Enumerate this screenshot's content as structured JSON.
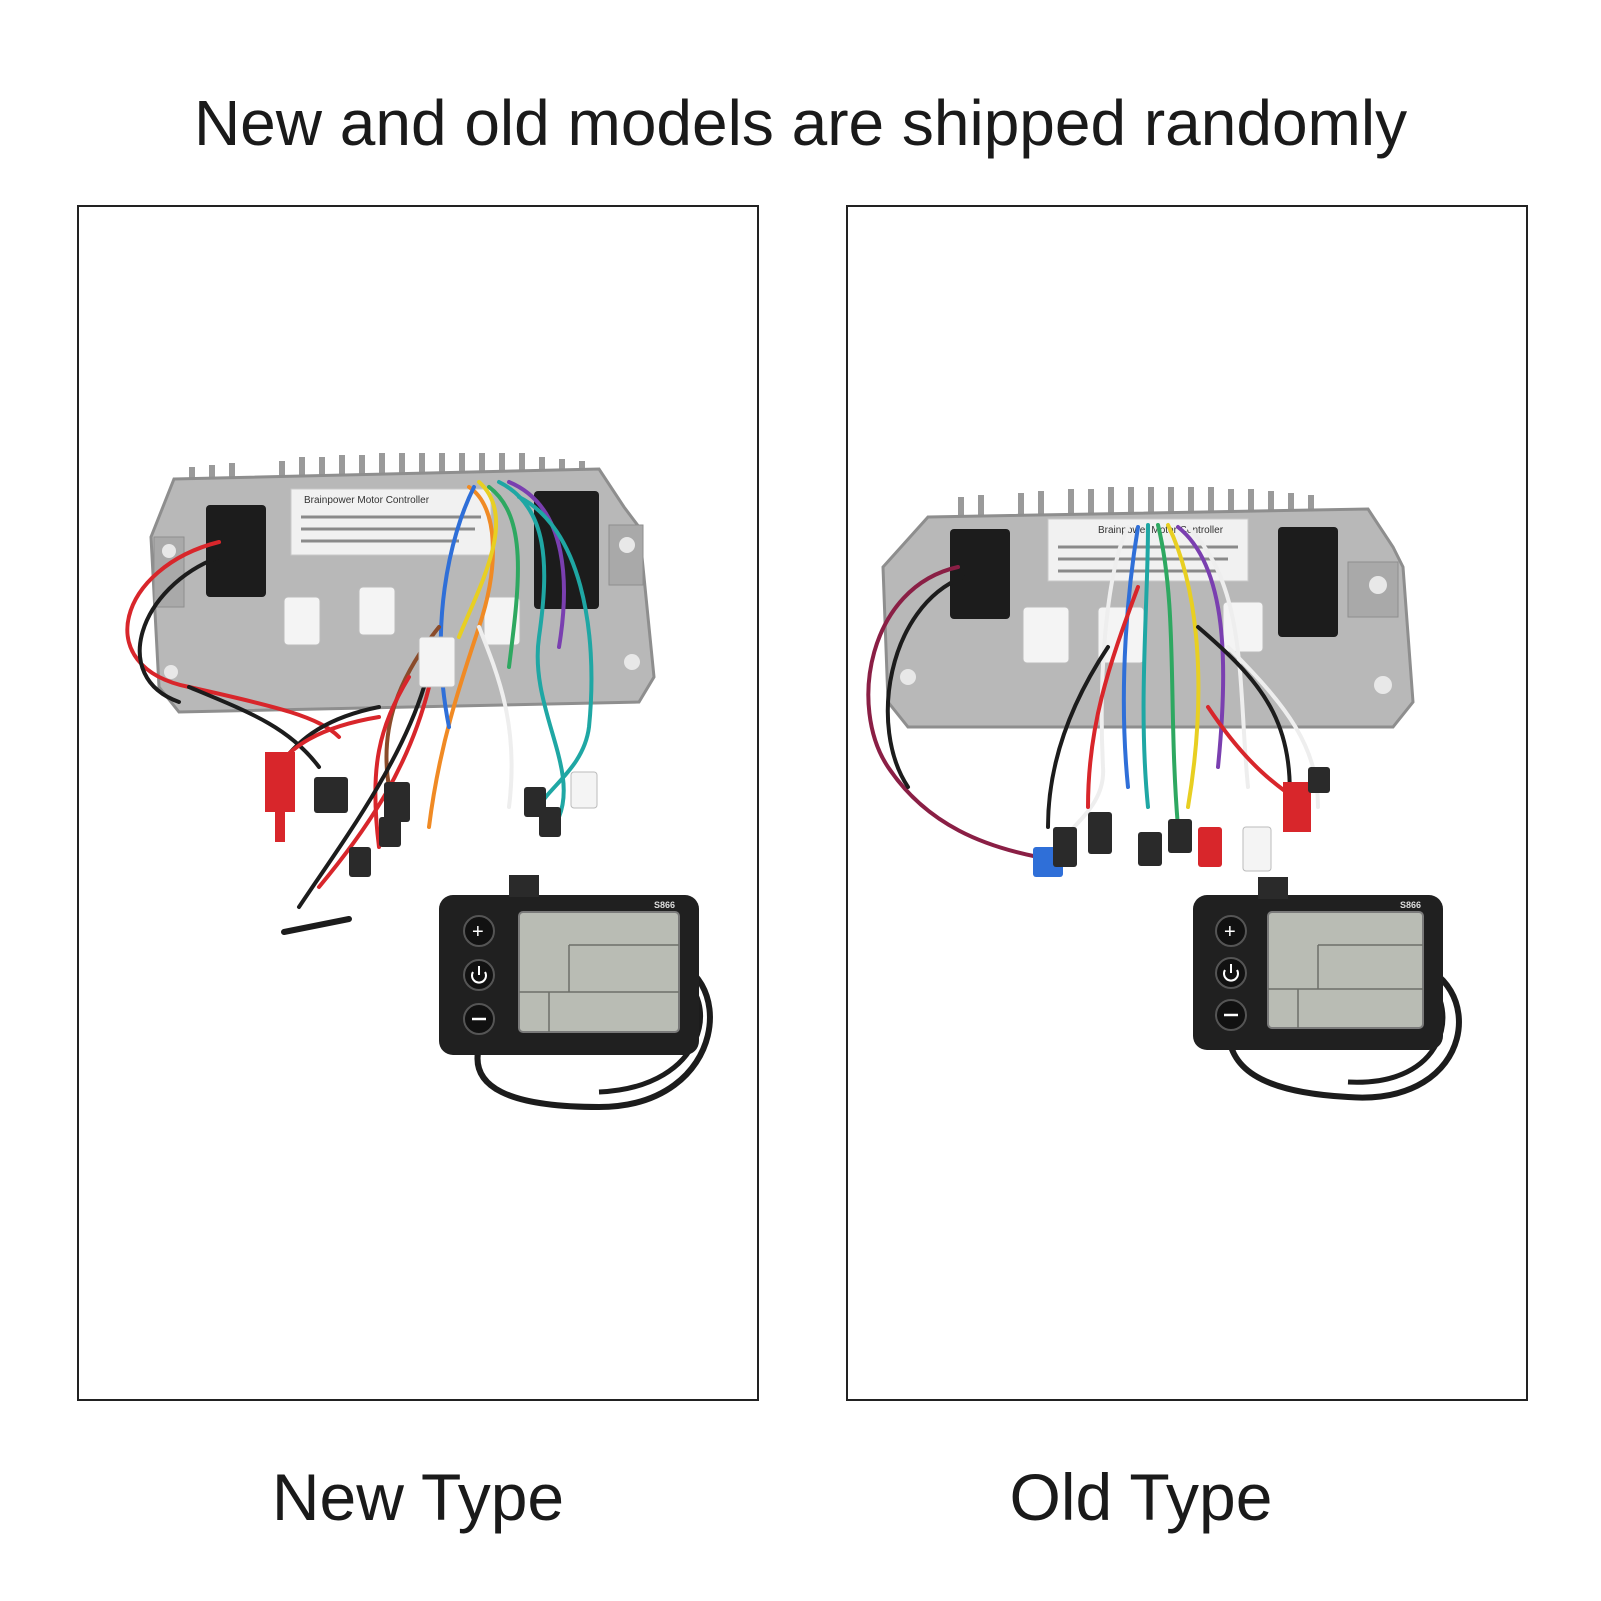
{
  "headline": "New and old models are shipped randomly",
  "panels": [
    {
      "caption": "New Type",
      "label_text": "Brainpower Motor Controller",
      "display_model": "S866"
    },
    {
      "caption": "Old Type",
      "label_text": "Brainpower Motor Controller",
      "display_model": "S866"
    }
  ],
  "colors": {
    "housing": "#b8b8b8",
    "housing_dark": "#8e8e8e",
    "block": "#1c1c1c",
    "wire_red": "#d8262b",
    "wire_blue": "#2f6fd8",
    "wire_green": "#2ea861",
    "wire_orange": "#f08a24",
    "wire_purple": "#7a3fb0",
    "wire_yellow": "#e8cf22",
    "wire_teal": "#1fa7a4",
    "wire_white": "#eeeeee",
    "wire_brown": "#8a4b2a",
    "lcd": "#b9bcb4",
    "bezel": "#202020"
  }
}
